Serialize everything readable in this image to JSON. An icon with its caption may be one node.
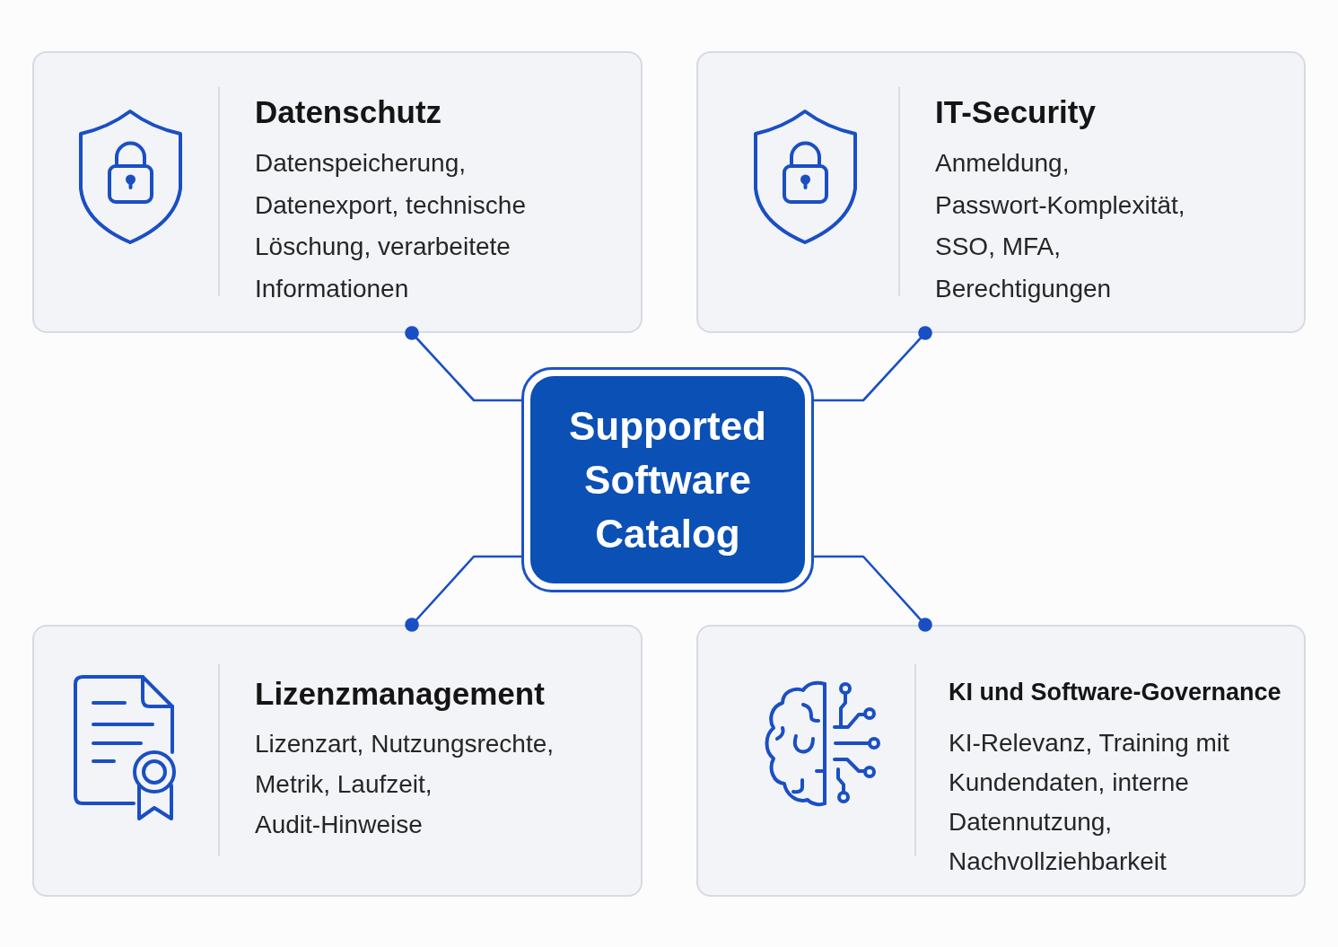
{
  "diagram": {
    "nodes": [
      {
        "text": [
          "Datenschutz",
          "Datenspeicherung, Datenexport, technische Löschung, verarbeitete Informationen"
        ]
      },
      {
        "text": [
          "IT-Security",
          "Anmeldung, Passwort-Komplexität, SSO, MFA, Berechtigungen"
        ]
      },
      {
        "text": [
          "Supported Software Catalog"
        ]
      },
      {
        "text": [
          "Lizenzmanagement",
          "Lizenzart, Nutzungsrechte, Metrik, Laufzeit, Audit-Hinweise"
        ]
      },
      {
        "text": [
          "KI und Software-Governance",
          "KI-Relevanz, Training mit Kundendaten, interne Datennutzung, Nachvollziehbarkeit"
        ]
      }
    ],
    "edges": [
      {
        "from": 2,
        "to": 0,
        "arrow": "other"
      },
      {
        "from": 2,
        "to": 1,
        "arrow": "other"
      },
      {
        "from": 2,
        "to": 3,
        "arrow": "other"
      },
      {
        "from": 2,
        "to": 4,
        "arrow": "other"
      }
    ]
  }
}
